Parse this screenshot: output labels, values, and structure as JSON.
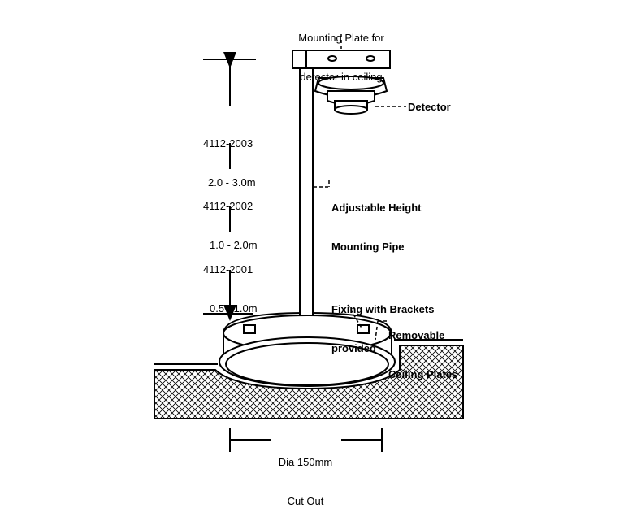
{
  "labels": {
    "mounting_plate_line1": "Mounting Plate for",
    "mounting_plate_line2": "detector in ceiling",
    "detector": "Detector",
    "range_top_model": "4112-2003",
    "range_top_value": "2.0 - 3.0m",
    "range_mid_model": "4112-2002",
    "range_mid_value": "1.0 - 2.0m",
    "range_bot_model": "4112-2001",
    "range_bot_value": "0.5 - 1.0m",
    "pipe_line1": "Adjustable Height",
    "pipe_line2": "Mounting Pipe",
    "fixing_line1": "Fixing with Brackets",
    "fixing_line2": "provided",
    "ceiling_line1": "Removable",
    "ceiling_line2": "Ceiling Plates",
    "cutout_line1": "Dia 150mm",
    "cutout_line2": "Cut Out"
  }
}
